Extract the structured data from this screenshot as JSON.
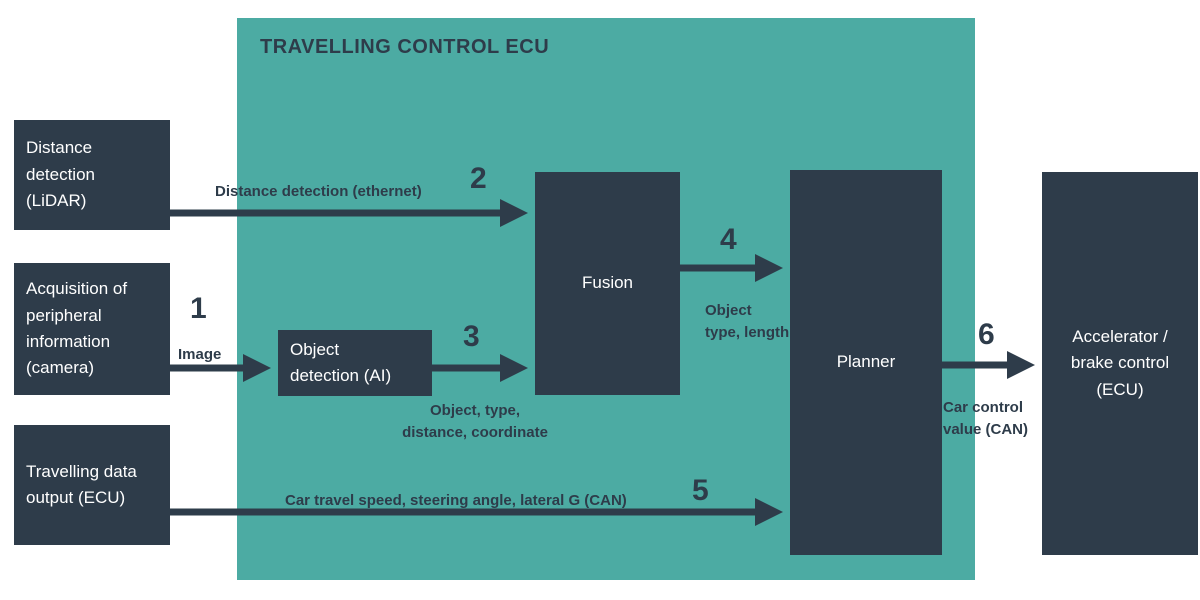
{
  "title": "TRAVELLING CONTROL ECU",
  "colors": {
    "dark": "#2e3c4a",
    "teal": "#4cab a3"
  },
  "colors_fixed": {
    "dark": "#2e3c4a",
    "teal": "#4caba3"
  },
  "nodes": {
    "lidar": "Distance\ndetection\n(LiDAR)",
    "camera": "Acquisition of\nperipheral\ninformation\n(camera)",
    "travel_data": "Travelling data\noutput (ECU)",
    "object_detection": "Object\ndetection (AI)",
    "fusion": "Fusion",
    "planner": "Planner",
    "accelerator": "Accelerator /\nbrake control\n(ECU)"
  },
  "flows": {
    "f1": {
      "num": "1",
      "label": "Image"
    },
    "f2": {
      "num": "2",
      "label": "Distance detection (ethernet)"
    },
    "f3": {
      "num": "3",
      "label": "Object, type,\ndistance, coordinate"
    },
    "f4": {
      "num": "4",
      "label": "Object\ntype, length"
    },
    "f5": {
      "num": "5",
      "label": "Car travel speed, steering angle, lateral G (CAN)"
    },
    "f6": {
      "num": "6",
      "label": "Car control\nvalue (CAN)"
    }
  }
}
